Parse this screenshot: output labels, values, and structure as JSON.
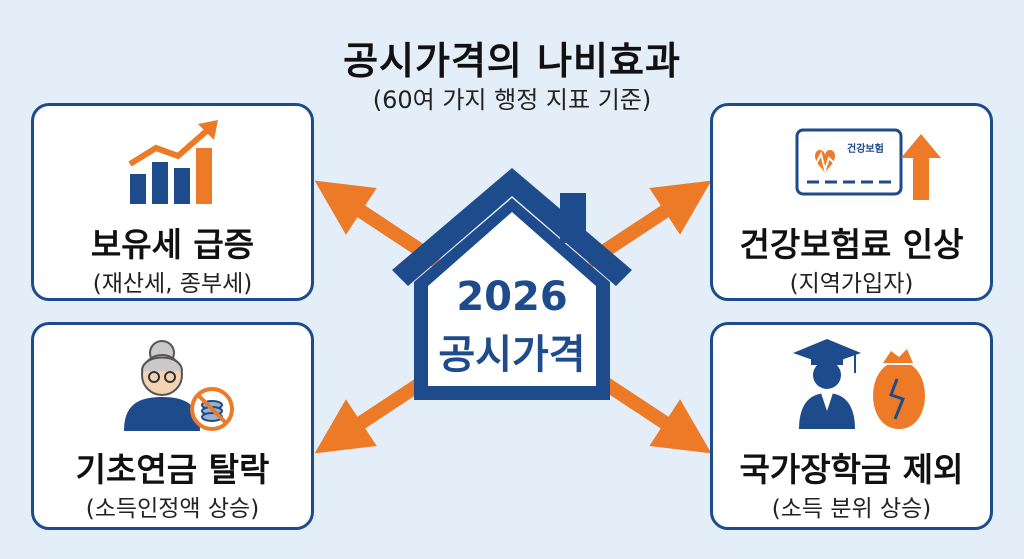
{
  "title": "공시가격의 나비효과",
  "subtitle": "(60여 가지 행정 지표 기준)",
  "center": {
    "year": "2026",
    "label": "공시가격"
  },
  "cards": [
    {
      "title": "보유세 급증",
      "subtitle": "(재산세, 종부세)",
      "icon": "rising-bar-chart-icon"
    },
    {
      "title": "건강보험료 인상",
      "subtitle": "(지역가입자)",
      "icon": "health-insurance-card-icon",
      "badge": "건강보험"
    },
    {
      "title": "기초연금 탈락",
      "subtitle": "(소득인정액 상승)",
      "icon": "elderly-no-coins-icon"
    },
    {
      "title": "국가장학금 제외",
      "subtitle": "(소득 분위 상승)",
      "icon": "graduate-money-bag-icon"
    }
  ],
  "colors": {
    "navy": "#1d4b8c",
    "orange": "#ec7a27",
    "background": "#e3eef9"
  }
}
